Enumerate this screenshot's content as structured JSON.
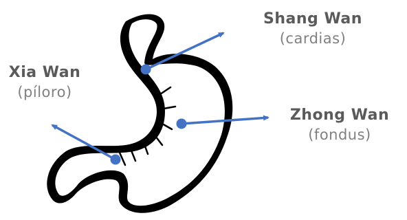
{
  "colors": {
    "outline": "#000000",
    "arrow": "#4472c4",
    "label_text": "#5a5a5a",
    "sub_text": "#808080"
  },
  "labels": {
    "shang": {
      "name": "Shang Wan",
      "sub": "(cardias)"
    },
    "xia": {
      "name": "Xia Wan",
      "sub": "(píloro)"
    },
    "zhong": {
      "name": "Zhong Wan",
      "sub": "(fondus)"
    }
  }
}
